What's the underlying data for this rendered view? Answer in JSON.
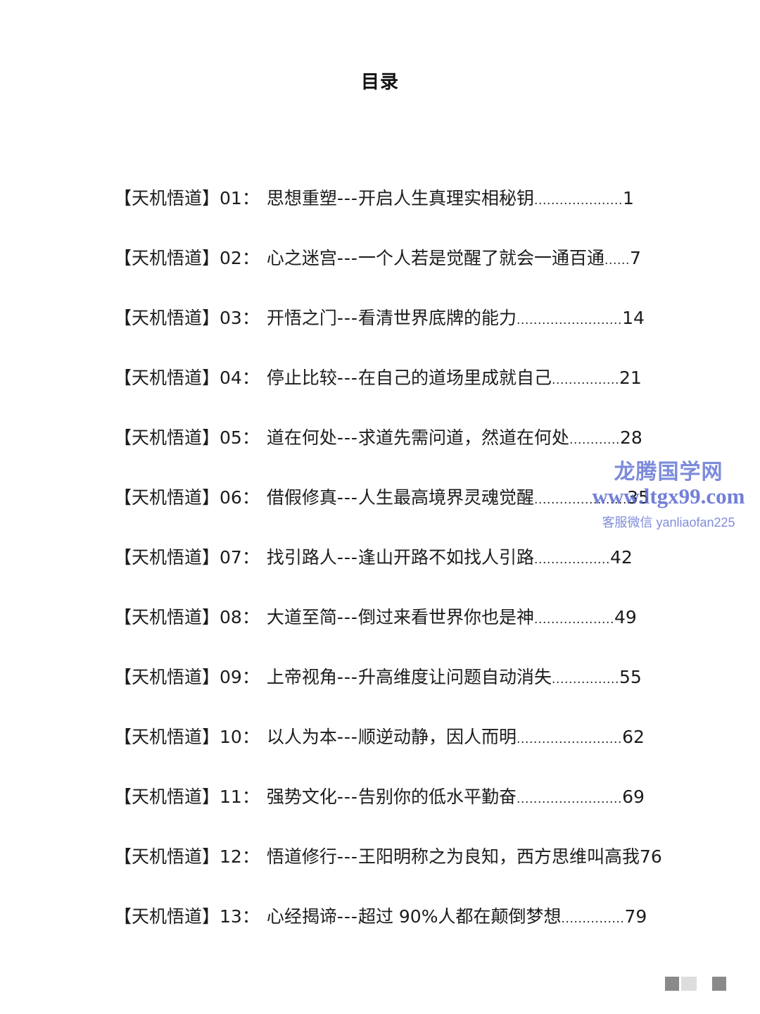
{
  "page": {
    "title": "目录"
  },
  "toc": {
    "series": "【天机悟道】",
    "separator": "：",
    "dash": "---",
    "entries": [
      {
        "num": "01",
        "title": "思想重塑",
        "subtitle": "开启人生真理实相秘钥",
        "dots": ".....................",
        "page": "1"
      },
      {
        "num": "02",
        "title": "心之迷宫",
        "subtitle": "一个人若是觉醒了就会一通百通",
        "dots": " ......",
        "page": "7"
      },
      {
        "num": "03",
        "title": "开悟之门",
        "subtitle": "看清世界底牌的能力",
        "dots": ".........................",
        "page": "14"
      },
      {
        "num": "04",
        "title": "停止比较",
        "subtitle": "在自己的道场里成就自己",
        "dots": " ................",
        "page": "21"
      },
      {
        "num": "05",
        "title": "道在何处",
        "subtitle": "求道先需问道，然道在何处",
        "dots": " ............",
        "page": "28"
      },
      {
        "num": "06",
        "title": "借假修真",
        "subtitle": "人生最高境界灵魂觉醒",
        "dots": " ......................",
        "page": "35"
      },
      {
        "num": "07",
        "title": "找引路人",
        "subtitle": "逢山开路不如找人引路",
        "dots": " ..................",
        "page": "42"
      },
      {
        "num": "08",
        "title": "大道至简",
        "subtitle": "倒过来看世界你也是神",
        "dots": " ...................",
        "page": "49"
      },
      {
        "num": "09",
        "title": "上帝视角",
        "subtitle": "升高维度让问题自动消失",
        "dots": " ................",
        "page": "55"
      },
      {
        "num": "10",
        "title": "以人为本",
        "subtitle": "顺逆动静，因人而明",
        "dots": ".........................",
        "page": "62"
      },
      {
        "num": "11",
        "title": "强势文化",
        "subtitle": "告别你的低水平勤奋",
        "dots": ".........................",
        "page": "69"
      },
      {
        "num": "12",
        "title": "悟道修行",
        "subtitle": "王阳明称之为良知，西方思维叫高我",
        "dots": "",
        "page": "76"
      },
      {
        "num": "13",
        "title": "心经揭谛",
        "subtitle": "超过 90%人都在颠倒梦想",
        "dots": " ...............",
        "page": "79"
      }
    ]
  },
  "watermark": {
    "name": "龙腾国学网",
    "url": "www.ltgx99.com",
    "service": "客服微信 yanliaofan225"
  },
  "colors": {
    "text": "#1c1c1c",
    "watermark": "#5b6bd2"
  }
}
